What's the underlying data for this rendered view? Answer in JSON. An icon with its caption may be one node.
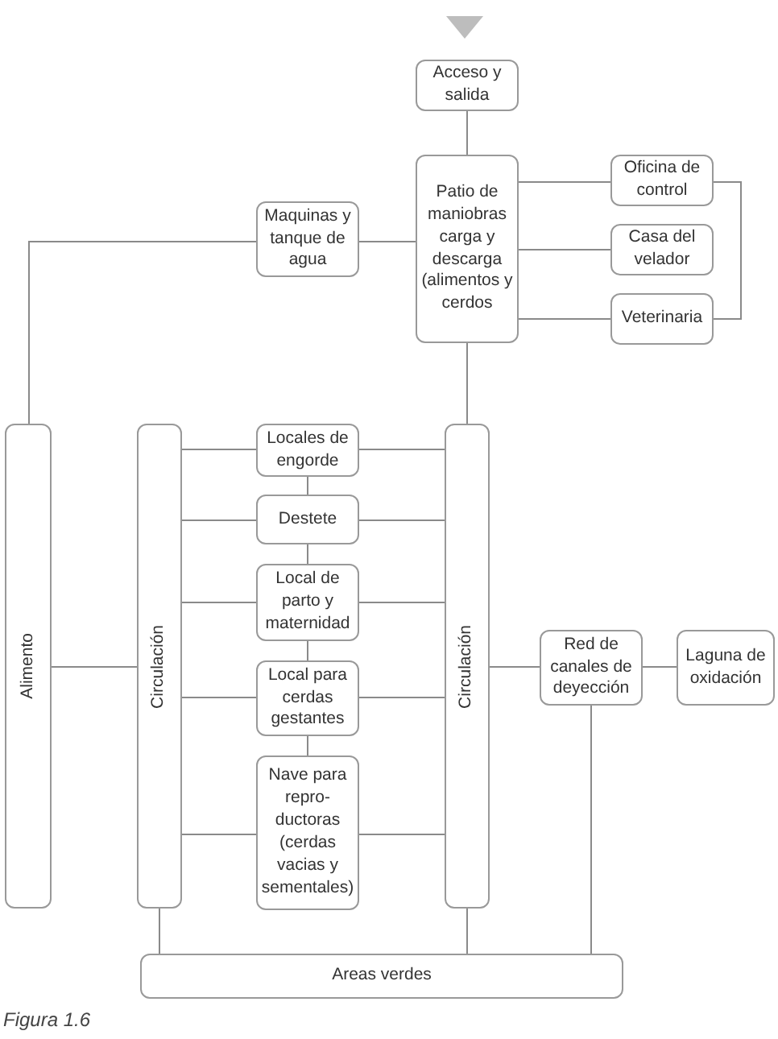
{
  "diagram": {
    "caption": "Figura 1.6",
    "nodes": [
      {
        "text": [],
        "shape": "triangle"
      },
      {
        "text": [
          "Acceso y salida"
        ]
      },
      {
        "text": [
          "Patio de maniobras carga y descarga (alimentos y cerdos"
        ]
      },
      {
        "text": [
          "Oficina de control"
        ]
      },
      {
        "text": [
          "Casa del velador"
        ]
      },
      {
        "text": [
          "Veterinaria"
        ]
      },
      {
        "text": [
          "Maquinas y tanque de agua"
        ]
      },
      {
        "text": [
          "Alimento"
        ]
      },
      {
        "text": [
          "Circulación"
        ]
      },
      {
        "text": [
          "Locales de engorde"
        ]
      },
      {
        "text": [
          "Destete"
        ]
      },
      {
        "text": [
          "Local de parto y maternidad"
        ]
      },
      {
        "text": [
          "Local para cerdas gestantes"
        ]
      },
      {
        "text": [
          "Nave para repro- ductoras (cerdas vacias y sementales)"
        ]
      },
      {
        "text": [
          "Circulación"
        ]
      },
      {
        "text": [
          "Red de canales de deyección"
        ]
      },
      {
        "text": [
          "Laguna de oxidación"
        ]
      },
      {
        "text": [
          "Areas verdes"
        ]
      }
    ],
    "edges": [
      {
        "from": 1,
        "to": 2,
        "arrow": "none"
      },
      {
        "from": 2,
        "to": 3,
        "arrow": "none"
      },
      {
        "from": 2,
        "to": 4,
        "arrow": "none"
      },
      {
        "from": 2,
        "to": 5,
        "arrow": "none"
      },
      {
        "from": 3,
        "to": 5,
        "arrow": "none"
      },
      {
        "from": 6,
        "to": 2,
        "arrow": "none"
      },
      {
        "from": 6,
        "to": 7,
        "arrow": "none"
      },
      {
        "from": 2,
        "to": 14,
        "arrow": "none"
      },
      {
        "from": 7,
        "to": 8,
        "arrow": "none"
      },
      {
        "from": 8,
        "to": 9,
        "arrow": "none"
      },
      {
        "from": 8,
        "to": 10,
        "arrow": "none"
      },
      {
        "from": 8,
        "to": 11,
        "arrow": "none"
      },
      {
        "from": 8,
        "to": 12,
        "arrow": "none"
      },
      {
        "from": 8,
        "to": 13,
        "arrow": "none"
      },
      {
        "from": 9,
        "to": 14,
        "arrow": "none"
      },
      {
        "from": 10,
        "to": 14,
        "arrow": "none"
      },
      {
        "from": 11,
        "to": 14,
        "arrow": "none"
      },
      {
        "from": 12,
        "to": 14,
        "arrow": "none"
      },
      {
        "from": 13,
        "to": 14,
        "arrow": "none"
      },
      {
        "from": 9,
        "to": 10,
        "arrow": "none"
      },
      {
        "from": 10,
        "to": 11,
        "arrow": "none"
      },
      {
        "from": 11,
        "to": 12,
        "arrow": "none"
      },
      {
        "from": 12,
        "to": 13,
        "arrow": "none"
      },
      {
        "from": 14,
        "to": 15,
        "arrow": "none"
      },
      {
        "from": 15,
        "to": 16,
        "arrow": "none"
      },
      {
        "from": 8,
        "to": 17,
        "arrow": "none"
      },
      {
        "from": 14,
        "to": 17,
        "arrow": "none"
      },
      {
        "from": 15,
        "to": 17,
        "arrow": "none"
      }
    ]
  }
}
